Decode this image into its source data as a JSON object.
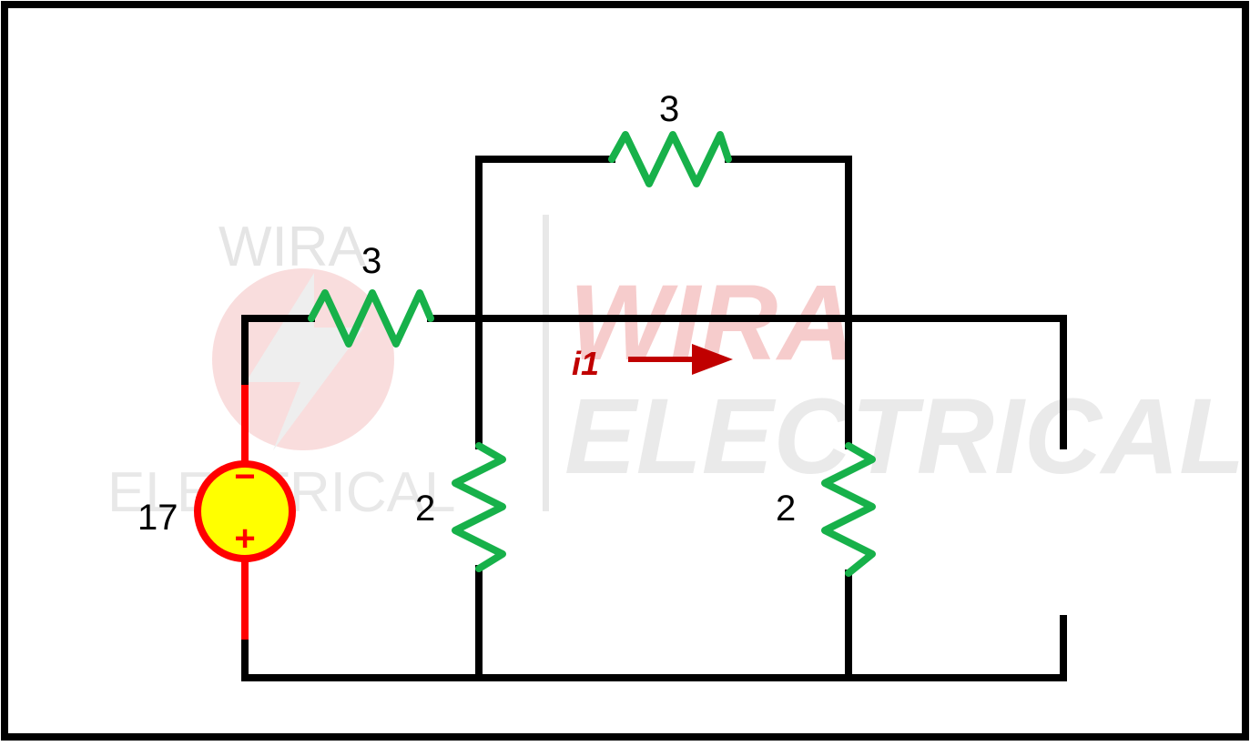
{
  "watermark": {
    "left_top": "WIRA",
    "left_bottom": "ELECTRICAL",
    "right_top": "WIRA",
    "right_bottom": "ELECTRICAL"
  },
  "circuit": {
    "source": {
      "value": "17",
      "minus": "−",
      "plus": "+"
    },
    "resistors": {
      "series_top_left": "3",
      "bridge_top": "3",
      "shunt_left": "2",
      "shunt_right": "2"
    },
    "current": {
      "label": "i1"
    }
  },
  "colors": {
    "wire": "#000000",
    "resistor": "#17b14a",
    "source_ring": "#ff0000",
    "source_fill": "#ffff00",
    "current": "#c00000",
    "watermark_red": "#f6c7c7",
    "watermark_gray": "#e6e6e6"
  }
}
